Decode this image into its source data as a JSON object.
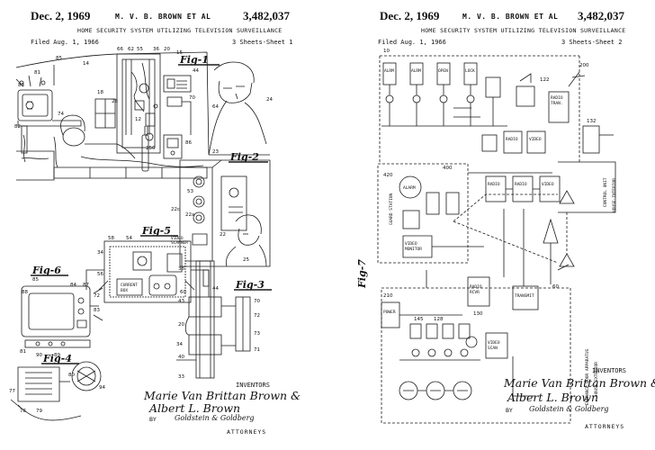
{
  "sheets": [
    {
      "date": "Dec. 2, 1969",
      "inventors_header": "M. V. B. BROWN ET AL",
      "patent_number": "3,482,037",
      "title": "HOME SECURITY SYSTEM UTILIZING TELEVISION SURVEILLANCE",
      "filed": "Filed Aug. 1, 1966",
      "sheets_label": "3 Sheets-Sheet 1",
      "figures": [
        "Fig-1",
        "Fig-2",
        "Fig-3",
        "Fig-5",
        "Fig-6"
      ],
      "inventors_label": "INVENTORS",
      "inventor_1": "Marie Van Brittan Brown &",
      "inventor_2": "Albert L. Brown",
      "by": "BY",
      "attorney_signature": "Goldstein & Goldberg",
      "attorneys_label": "ATTORNEYS"
    },
    {
      "date": "Dec. 2, 1969",
      "inventors_header": "M. V. B. BROWN ET AL",
      "patent_number": "3,482,037",
      "title": "HOME SECURITY SYSTEM UTILIZING TELEVISION SURVEILLANCE",
      "filed": "Filed Aug. 1, 1966",
      "sheets_label": "3 Sheets-Sheet 2",
      "figures": [
        "Fig-7"
      ],
      "labels": [
        "CONTROL UNIT",
        "HOUSE-INTERIOR",
        "ENTRANCE DOOR APPARATUS",
        "HOUSE EXTERIOR",
        "GUARD STATION"
      ],
      "inventors_label": "INVENTORS",
      "inventor_1": "Marie Van Brittan Brown &",
      "inventor_2": "Albert L. Brown",
      "by": "BY",
      "attorney_signature": "Goldstein & Goldberg",
      "attorneys_label": "ATTORNEYS"
    }
  ]
}
